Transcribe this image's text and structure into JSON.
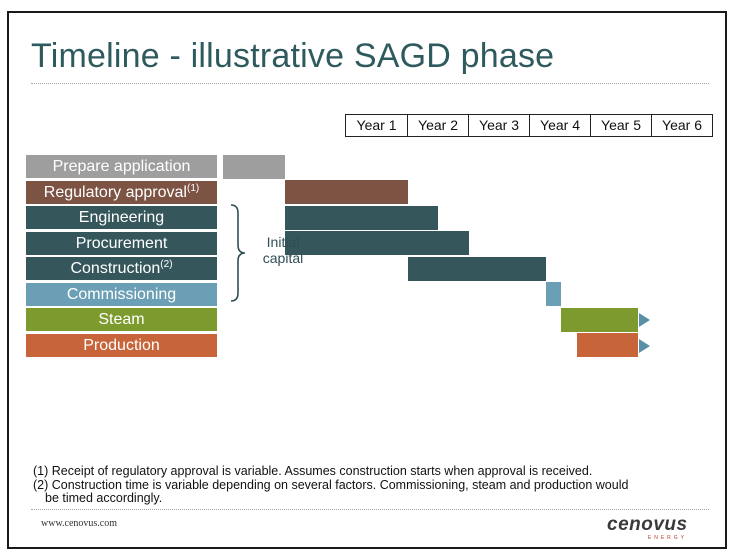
{
  "title": "Timeline - illustrative SAGD phase",
  "years": [
    "Year 1",
    "Year 2",
    "Year 3",
    "Year 4",
    "Year 5",
    "Year 6"
  ],
  "phases": [
    {
      "label": "Prepare application",
      "note": "",
      "color": "#9e9e9e",
      "start_year": 0,
      "end_year": 1,
      "continues": false
    },
    {
      "label": "Regulatory approval",
      "note": "(1)",
      "color": "#7d5444",
      "start_year": 1,
      "end_year": 3,
      "continues": false
    },
    {
      "label": "Engineering",
      "note": "",
      "color": "#35575c",
      "start_year": 1,
      "end_year": 3.5,
      "continues": false
    },
    {
      "label": "Procurement",
      "note": "",
      "color": "#35575c",
      "start_year": 1,
      "end_year": 4,
      "continues": false
    },
    {
      "label": "Construction",
      "note": "(2)",
      "color": "#35575c",
      "start_year": 3,
      "end_year": 5.25,
      "continues": false
    },
    {
      "label": "Commissioning",
      "note": "",
      "color": "#6a9fb5",
      "start_year": 5.25,
      "end_year": 5.5,
      "continues": false
    },
    {
      "label": "Steam",
      "note": "",
      "color": "#7d9a2e",
      "start_year": 5.5,
      "end_year": 6.75,
      "continues": true
    },
    {
      "label": "Production",
      "note": "",
      "color": "#c8643a",
      "start_year": 5.75,
      "end_year": 6.75,
      "continues": true
    }
  ],
  "brace_label": "Initial capital",
  "colors": {
    "arrow": "#5b8fa8",
    "title": "#2f5a5d"
  },
  "footnotes": {
    "fn1": "(1) Receipt of regulatory approval is variable. Assumes construction starts when approval is received.",
    "fn2": "(2) Construction time is variable depending on several factors. Commissioning, steam and production would",
    "fn2_cont": "be timed accordingly."
  },
  "website": "www.cenovus.com",
  "logo": {
    "word": "cenovus",
    "sub": "ENERGY"
  }
}
